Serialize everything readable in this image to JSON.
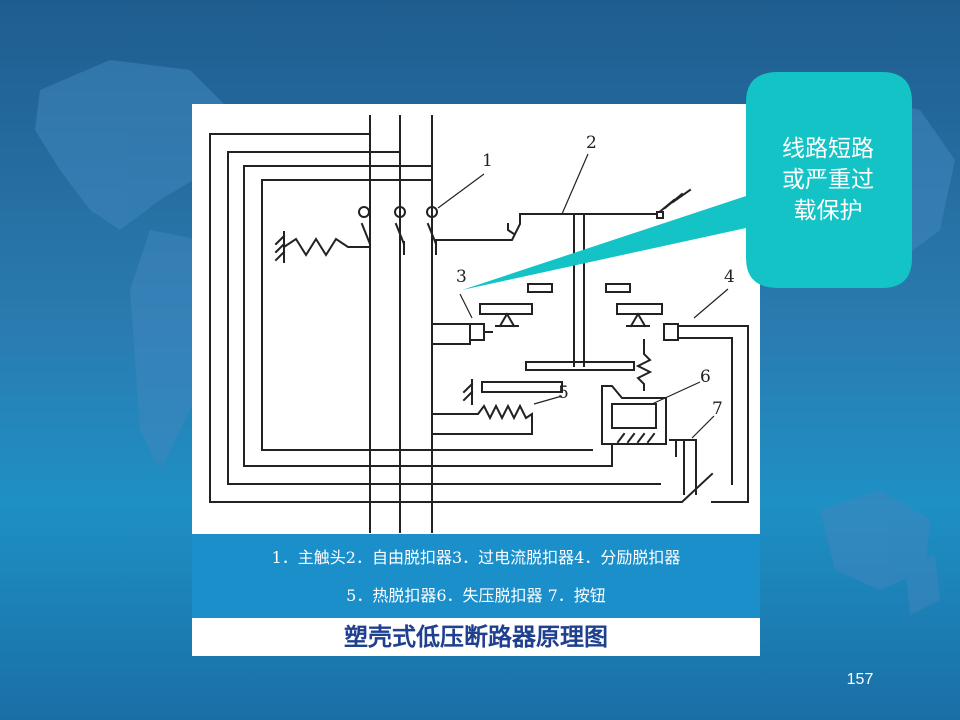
{
  "slide": {
    "page_number": "157",
    "background_color": "#1f6ea5"
  },
  "diagram": {
    "labels": [
      "1",
      "2",
      "3",
      "4",
      "5",
      "6",
      "7"
    ],
    "legend_line_1": "1．主触头2．自由脱扣器3．过电流脱扣器4．分励脱扣器",
    "legend_line_2": "5．热脱扣器6．失压脱扣器 7．按钮",
    "caption": "塑壳式低压断路器原理图"
  },
  "callout": {
    "lines": [
      "线路短路",
      "或严重过",
      "载保护"
    ],
    "fill_color": "#14c3c6"
  }
}
